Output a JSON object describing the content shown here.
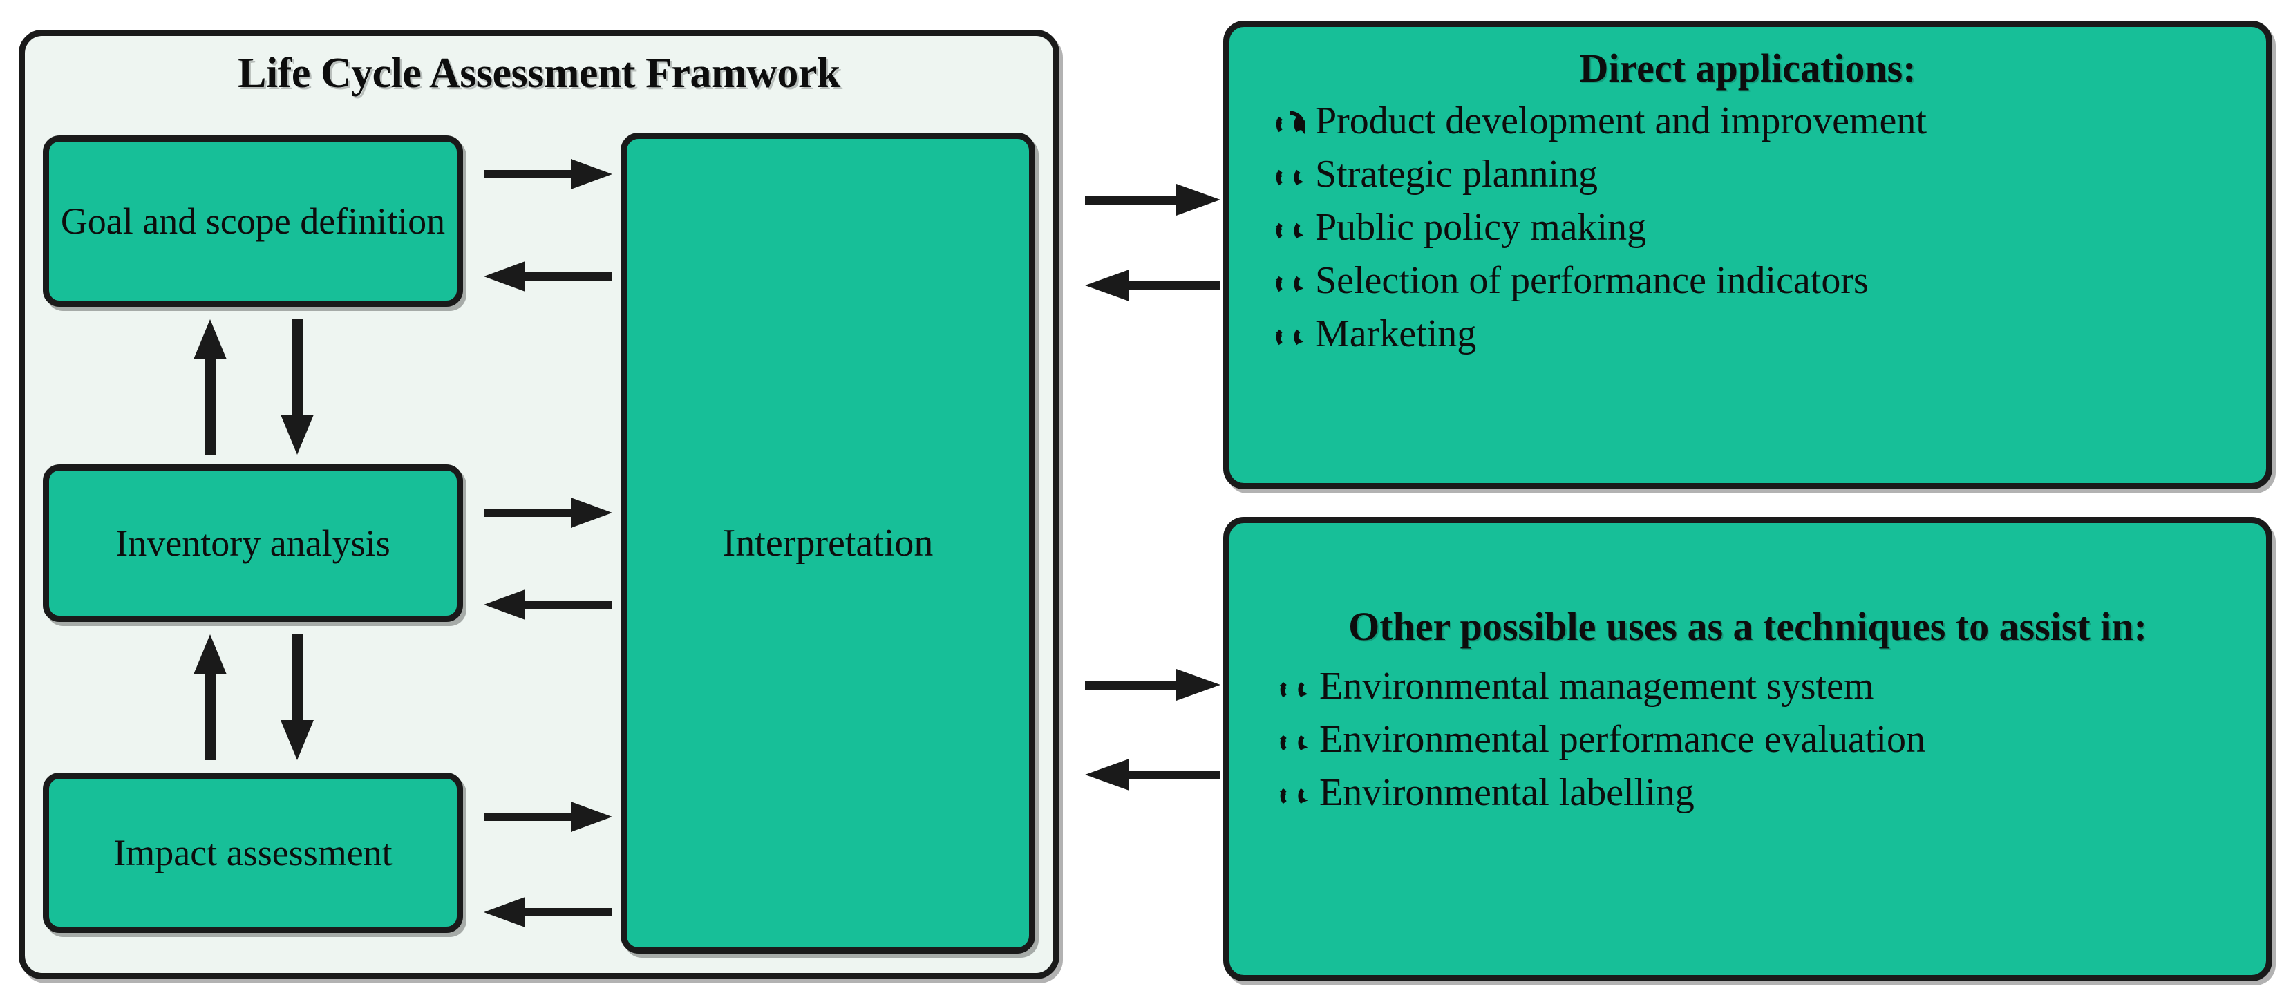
{
  "colors": {
    "green": "#17BF98",
    "panel_bg_light": "#EEF5F1",
    "stroke": "#1A1A1A",
    "page_bg": "#FFFFFF"
  },
  "framework": {
    "title": "Life Cycle Assessment Framwork",
    "stages": [
      {
        "id": "goal",
        "label": "Goal and scope definition"
      },
      {
        "id": "inventory",
        "label": "Inventory analysis"
      },
      {
        "id": "impact",
        "label": "Impact assessment"
      }
    ],
    "interpretation": {
      "label": "Interpretation"
    },
    "internal_arrows": [
      {
        "from": "goal",
        "to": "interpretation",
        "direction": "right"
      },
      {
        "from": "interpretation",
        "to": "goal",
        "direction": "left"
      },
      {
        "from": "goal",
        "to": "inventory",
        "direction": "down"
      },
      {
        "from": "inventory",
        "to": "goal",
        "direction": "up"
      },
      {
        "from": "inventory",
        "to": "interpretation",
        "direction": "right"
      },
      {
        "from": "interpretation",
        "to": "inventory",
        "direction": "left"
      },
      {
        "from": "inventory",
        "to": "impact",
        "direction": "down"
      },
      {
        "from": "impact",
        "to": "inventory",
        "direction": "up"
      },
      {
        "from": "impact",
        "to": "interpretation",
        "direction": "right"
      },
      {
        "from": "interpretation",
        "to": "impact",
        "direction": "left"
      }
    ]
  },
  "external_arrows": [
    {
      "from": "framework",
      "to": "direct-applications",
      "direction": "right"
    },
    {
      "from": "direct-applications",
      "to": "framework",
      "direction": "left"
    },
    {
      "from": "framework",
      "to": "other-uses",
      "direction": "right"
    },
    {
      "from": "other-uses",
      "to": "framework",
      "direction": "left"
    }
  ],
  "panels": [
    {
      "id": "direct-applications",
      "title": "Direct applications:",
      "bullet_icon": "recycle-arrows-icon",
      "items": [
        "Product development and improvement",
        "Strategic planning",
        "Public policy making",
        "Selection of performance indicators",
        "Marketing"
      ]
    },
    {
      "id": "other-uses",
      "title": "Other possible uses as a techniques to assist in:",
      "bullet_icon": "recycle-arrows-icon",
      "items": [
        "Environmental management system",
        "Environmental performance evaluation",
        "Environmental labelling"
      ]
    }
  ]
}
